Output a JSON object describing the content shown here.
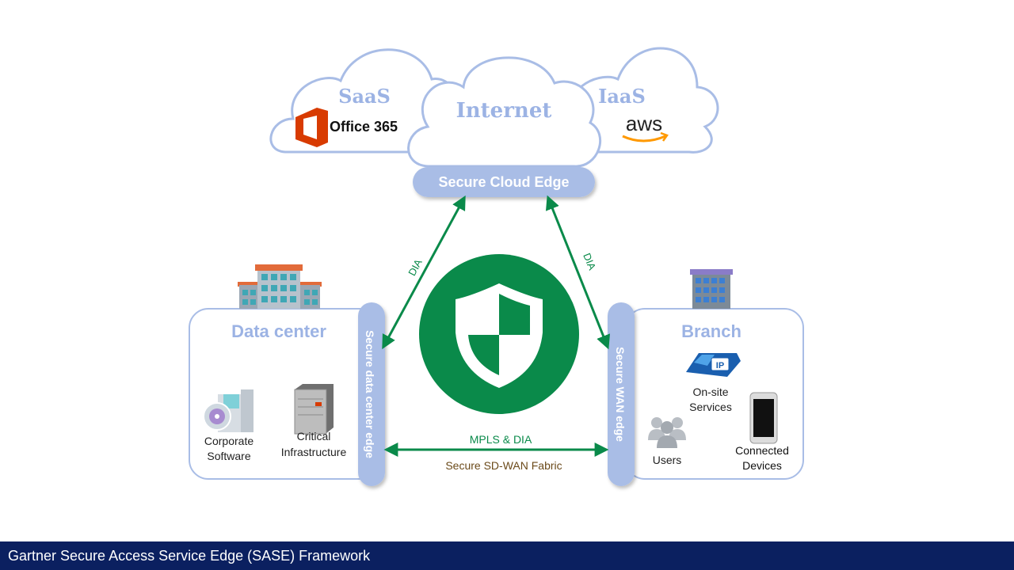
{
  "clouds": {
    "saas": {
      "title": "SaaS",
      "product": "Office 365"
    },
    "internet": {
      "title": "Internet"
    },
    "iaas": {
      "title": "IaaS",
      "product": "aws"
    }
  },
  "secure_cloud_edge": "Secure Cloud Edge",
  "links": {
    "left_label": "DIA",
    "right_label": "DIA",
    "bottom_top_label": "MPLS & DIA",
    "bottom_bottom_label": "Secure SD-WAN Fabric"
  },
  "data_center": {
    "title": "Data center",
    "edge_label": "Secure data center edge",
    "items": [
      {
        "line1": "Corporate",
        "line2": "Software",
        "icon": "software-box-icon"
      },
      {
        "line1": "Critical",
        "line2": "Infrastructure",
        "icon": "server-icon"
      }
    ]
  },
  "branch": {
    "title": "Branch",
    "edge_label": "Secure WAN  edge",
    "items": [
      {
        "line1": "On-site",
        "line2": "Services",
        "icon": "ip-phone-icon"
      },
      {
        "line1": "Users",
        "icon": "users-icon"
      },
      {
        "line1": "Connected",
        "line2": "Devices",
        "icon": "smartphone-icon"
      }
    ],
    "phone_badge": "IP"
  },
  "center_icon": "security-shield-icon",
  "footer_caption": "Gartner Secure Access Service Edge (SASE) Framework",
  "colors": {
    "accent_blue": "#9cb3e4",
    "cloud_outline": "#a9bde6",
    "green": "#0a8a4a",
    "navy_footer": "#0b2060",
    "office_red": "#d83b01",
    "aws_orange": "#ff9900"
  }
}
